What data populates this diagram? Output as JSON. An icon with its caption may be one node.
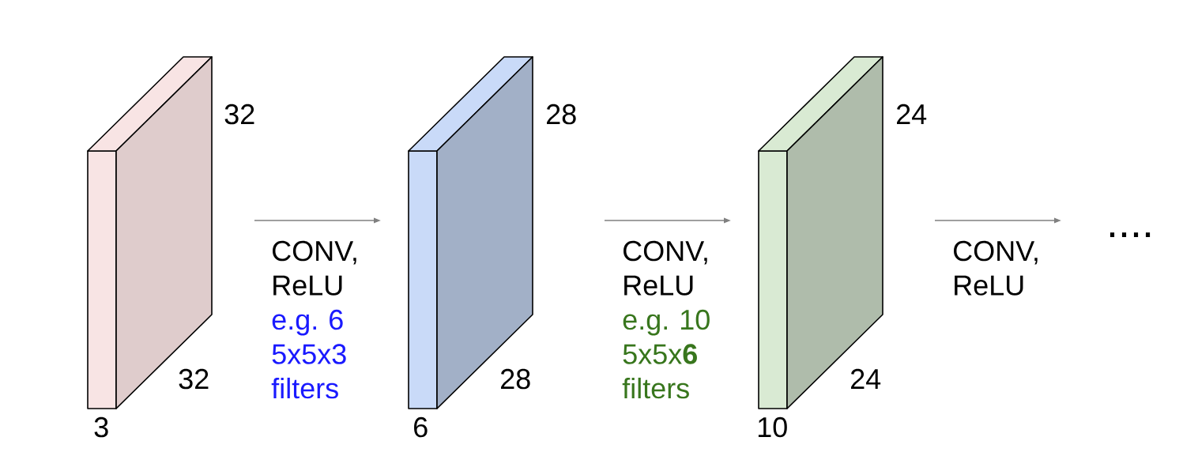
{
  "diagram": {
    "nodes": [
      {
        "text": [],
        "shape": "box",
        "beside": [
          "32",
          "32",
          "3"
        ]
      },
      {
        "text": [],
        "shape": "box",
        "beside": [
          "28",
          "28",
          "6"
        ]
      },
      {
        "text": [],
        "shape": "box",
        "beside": [
          "24",
          "24",
          "10"
        ]
      },
      {
        "text": [
          "...."
        ]
      }
    ],
    "edges": [
      {
        "from": 0,
        "to": 1,
        "arrow": "to",
        "label": "CONV, ReLU"
      },
      {
        "from": 1,
        "to": 2,
        "arrow": "to",
        "label": "CONV, ReLU"
      },
      {
        "from": 2,
        "to": 3,
        "arrow": "to",
        "label": "CONV, ReLU"
      }
    ],
    "labels": [
      "e.g. 6 5x5x3 filters",
      "e.g. 10 5x5x**6** filters"
    ]
  }
}
